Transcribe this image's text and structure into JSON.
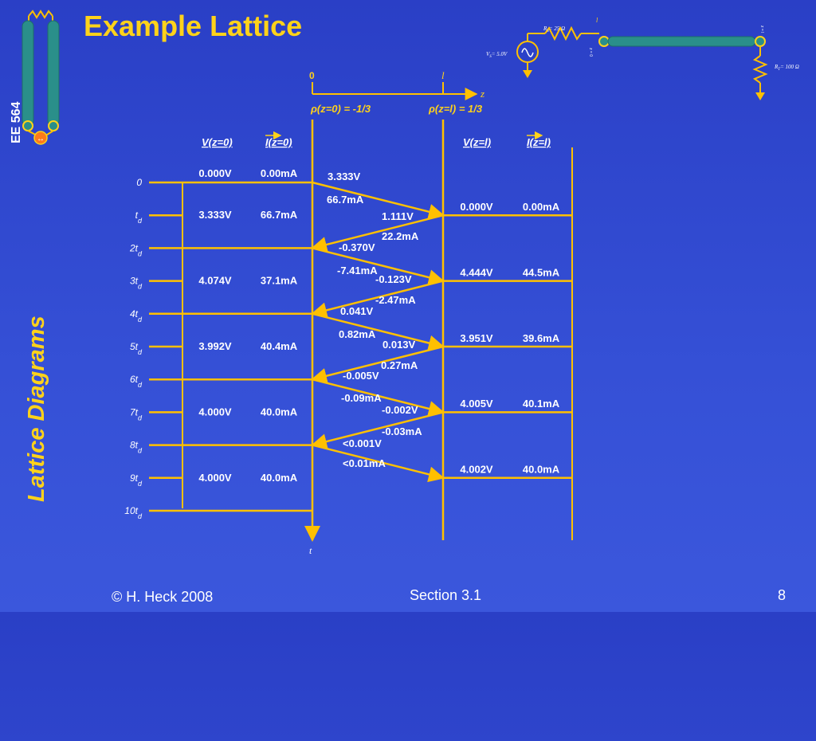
{
  "title": "Example Lattice",
  "course": "EE 564",
  "side_title": "Lattice Diagrams",
  "footer": {
    "copyright": "© H. Heck 2008",
    "section": "Section 3.1",
    "page": "8"
  },
  "colors": {
    "background": "#3550d6",
    "accent": "#ffd21a",
    "line": "#ffc000",
    "text": "#ffffff",
    "tline": "#2a8f8a"
  },
  "circuit": {
    "rs": "R",
    "rs_sub": "S",
    "rs_val": "= 25 Ω",
    "vs": "V",
    "vs_sub": "S",
    "vs_val": "= 5.0V",
    "rt": "R",
    "rt_sub": "T",
    "rt_val": "= 100 Ω",
    "len": "l",
    "z0": "z = 0",
    "zl": "z = l"
  },
  "axis": {
    "z0": "0",
    "zl": "l",
    "z": "z",
    "t": "t"
  },
  "rho": {
    "left": "ρ(z=0) = -1/3",
    "right": "ρ(z=l) = 1/3"
  },
  "headers": {
    "v0": "V(z=0)",
    "i0": "I(z=0)",
    "vl": "V(z=l)",
    "il": "I(z=l)"
  },
  "times": [
    {
      "main": "0",
      "sub": ""
    },
    {
      "main": "t",
      "sub": "d"
    },
    {
      "main": "2t",
      "sub": "d"
    },
    {
      "main": "3t",
      "sub": "d"
    },
    {
      "main": "4t",
      "sub": "d"
    },
    {
      "main": "5t",
      "sub": "d"
    },
    {
      "main": "6t",
      "sub": "d"
    },
    {
      "main": "7t",
      "sub": "d"
    },
    {
      "main": "8t",
      "sub": "d"
    },
    {
      "main": "9t",
      "sub": "d"
    },
    {
      "main": "10t",
      "sub": "d"
    }
  ],
  "source_values": [
    {
      "v": "0.000V",
      "i": "0.00mA"
    },
    {
      "v": "3.333V",
      "i": "66.7mA"
    },
    {
      "v": "4.074V",
      "i": "37.1mA"
    },
    {
      "v": "3.992V",
      "i": "40.4mA"
    },
    {
      "v": "4.000V",
      "i": "40.0mA"
    },
    {
      "v": "4.000V",
      "i": "40.0mA"
    }
  ],
  "load_values": [
    {
      "v": "0.000V",
      "i": "0.00mA"
    },
    {
      "v": "4.444V",
      "i": "44.5mA"
    },
    {
      "v": "3.951V",
      "i": "39.6mA"
    },
    {
      "v": "4.005V",
      "i": "40.1mA"
    },
    {
      "v": "4.002V",
      "i": "40.0mA"
    }
  ],
  "waves": [
    {
      "v": "3.333V",
      "i": "66.7mA"
    },
    {
      "v": "1.111V",
      "i": "22.2mA"
    },
    {
      "v": "-0.370V",
      "i": "-7.41mA"
    },
    {
      "v": "-0.123V",
      "i": "-2.47mA"
    },
    {
      "v": "0.041V",
      "i": "0.82mA"
    },
    {
      "v": "0.013V",
      "i": "0.27mA"
    },
    {
      "v": "-0.005V",
      "i": "-0.09mA"
    },
    {
      "v": "-0.002V",
      "i": "-0.03mA"
    },
    {
      "v": "<0.001V",
      "i": "<0.01mA"
    }
  ]
}
